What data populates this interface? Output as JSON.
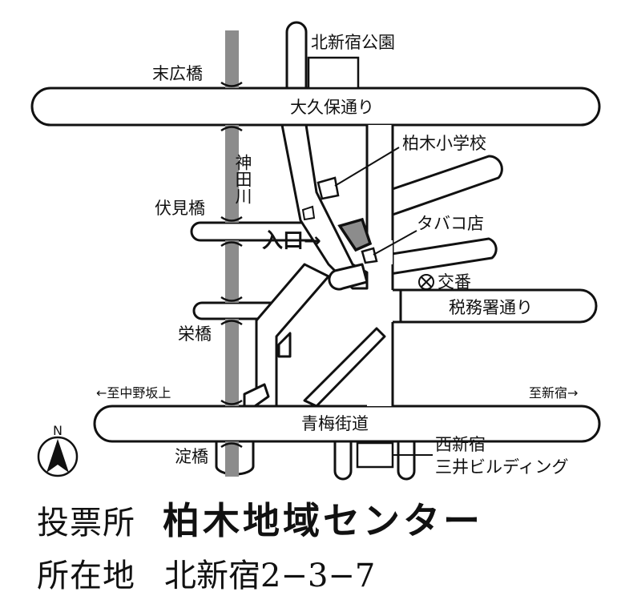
{
  "map": {
    "labels": {
      "kitashinjuku_park": "北新宿公園",
      "suehiro_bridge": "末広橋",
      "okubo_dori": "大久保通り",
      "kashiwagi_school": "柏木小学校",
      "kanda_river": "神田川",
      "fushimi_bridge": "伏見橋",
      "entrance": "入口→",
      "tobacco_shop": "タバコ店",
      "koban": "交番",
      "zeimusho_dori": "税務署通り",
      "sakae_bridge": "栄橋",
      "to_nakano": "←至中野坂上",
      "to_shinjuku": "至新宿→",
      "ome_kaido": "青梅街道",
      "yodo_bridge": "淀橋",
      "nishishinjuku": "西新宿",
      "mitsui_building": "三井ビルディング",
      "north": "N"
    },
    "colors": {
      "road_fill": "#ffffff",
      "road_edge": "#111111",
      "river": "#8c8c8c",
      "venue": "#8c8c8c"
    }
  },
  "info": {
    "polling_label": "投票所",
    "polling_place": "柏木地域センター",
    "address_label": "所在地",
    "address": "北新宿2−3−7"
  }
}
